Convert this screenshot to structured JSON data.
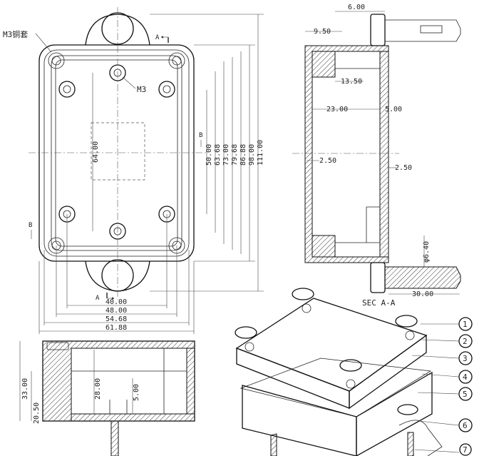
{
  "top_view": {
    "callout_m3_sleeve": "M3铜套",
    "callout_m3": "M3",
    "section_mark_a_top": "A",
    "section_mark_a_bottom": "A",
    "section_mark_b_right": "B",
    "section_mark_b_left": "B",
    "dim_64": "64.00",
    "dims_right": [
      "50.00",
      "63.68",
      "73.00",
      "79.68",
      "86.88",
      "98.00",
      "111.00"
    ],
    "dims_bottom": [
      "40.00",
      "48.00",
      "54.68",
      "61.88"
    ]
  },
  "section_view": {
    "dim_600": "6.00",
    "dim_950": "9.50",
    "dim_1350": "13.50",
    "dim_2300": "23.00",
    "dim_500": "5.00",
    "dim_250_left": "2.50",
    "dim_250_right": "2.50",
    "dim_640": "φ6.40",
    "dim_3000": "30.00",
    "title": "SEC A-A"
  },
  "side_view": {
    "dim_3300": "33.00",
    "dim_2050": "20.50",
    "dim_2800": "28.00",
    "dim_500": "5.00"
  },
  "exploded_view": {
    "callouts": [
      "1",
      "2",
      "3",
      "4",
      "5",
      "6",
      "7"
    ]
  }
}
